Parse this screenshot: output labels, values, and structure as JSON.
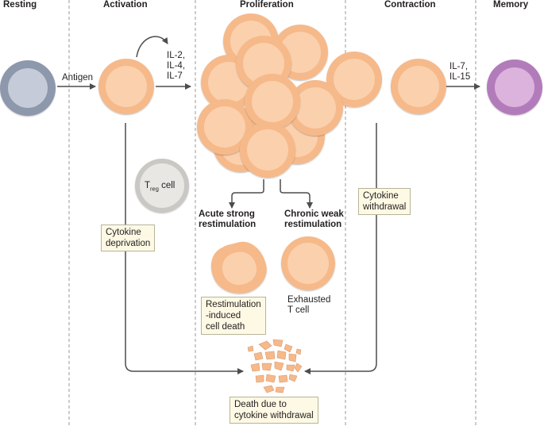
{
  "stages": {
    "resting": "Resting",
    "activation": "Activation",
    "proliferation": "Proliferation",
    "contraction": "Contraction",
    "memory": "Memory"
  },
  "labels": {
    "antigen": "Antigen",
    "activation_cytokines": [
      "IL-2,",
      "IL-4,",
      "IL-7"
    ],
    "memory_cytokines": [
      "IL-7,",
      "IL-15"
    ],
    "treg_main": "T",
    "treg_sub": "reg",
    "treg_cell": " cell",
    "acute": [
      "Acute strong",
      "restimulation"
    ],
    "chronic": [
      "Chronic weak",
      "restimulation"
    ],
    "exhausted": [
      "Exhausted",
      "T cell"
    ]
  },
  "boxes": {
    "cytokine_deprivation": [
      "Cytokine",
      "deprivation"
    ],
    "cytokine_withdrawal": [
      "Cytokine",
      "withdrawal"
    ],
    "ricd": [
      "Restimulation",
      "-induced",
      "cell death"
    ],
    "death": [
      "Death due to",
      "cytokine withdrawal"
    ]
  },
  "colors": {
    "t_cell_fill": "#f6b98a",
    "t_cell_core": "#fbd0ad",
    "resting_fill": "#8d98ad",
    "resting_core": "#c5cbd8",
    "memory_fill": "#b27cbb",
    "memory_core": "#dbb3dd",
    "treg_fill": "#c9c8c5",
    "treg_core": "#e8e7e4",
    "arrow": "#4d4d4f",
    "divider": "#9a9a9a",
    "box_fill": "#fdf9e4"
  }
}
